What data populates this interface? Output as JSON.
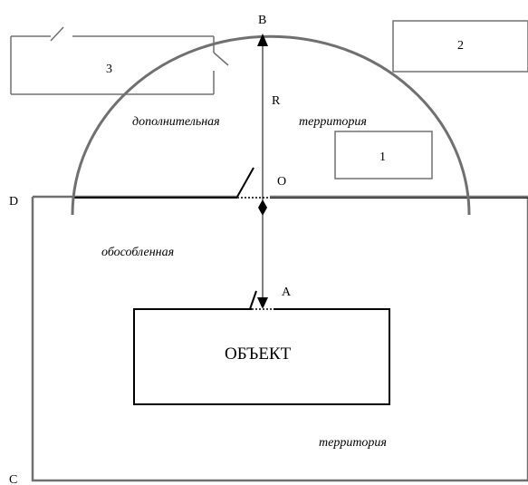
{
  "points": {
    "b": "B",
    "r": "R",
    "o": "O",
    "a": "A",
    "d": "D",
    "c": "C"
  },
  "boxes": {
    "box1": "1",
    "box2": "2",
    "box3": "3",
    "object": "ОБЪЕКТ"
  },
  "zones": {
    "upper_left": "дополнительная",
    "upper_right": "территория",
    "middle": "обособленная",
    "lower": "территория"
  },
  "colors": {
    "outline": "#707070",
    "line": "#000000"
  }
}
